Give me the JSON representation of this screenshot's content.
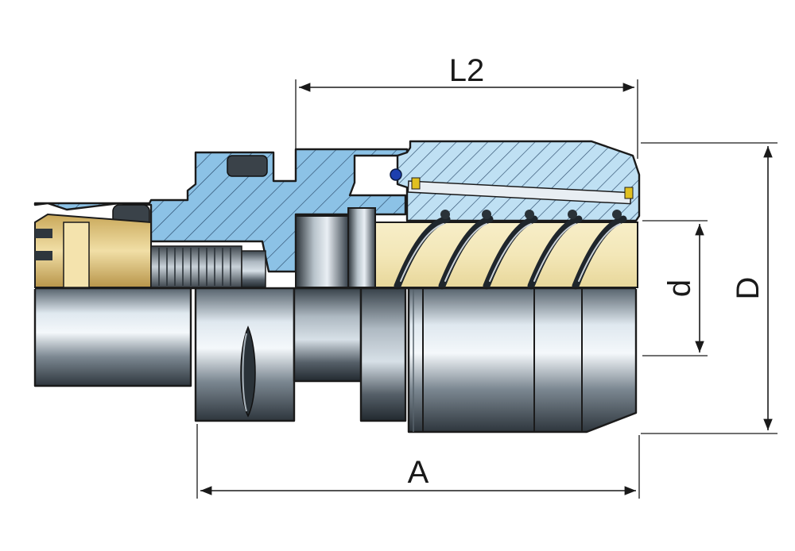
{
  "dimensions": {
    "l2": "L2",
    "a": "A",
    "d_small": "d",
    "d_large": "D"
  },
  "colors": {
    "section_blue": "#8cc2e6",
    "bore_cream": "#f3e7b8",
    "steel_dark": "#3f4a55",
    "steel_light": "#e4ecf2",
    "outline": "#1b1b1b"
  }
}
